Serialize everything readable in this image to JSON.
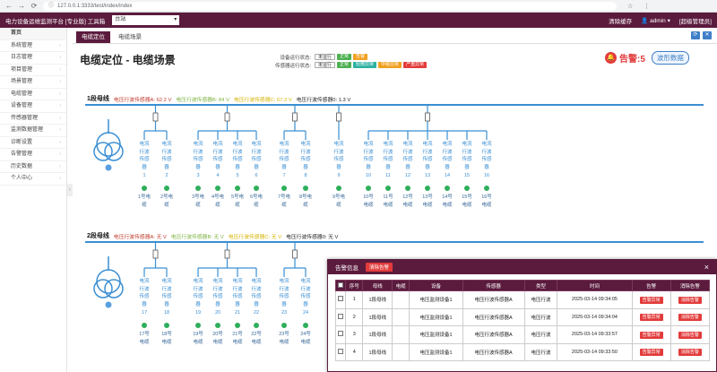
{
  "browser": {
    "url": "127.0.0.1:3333/test/index/index",
    "back": "←",
    "forward": "→",
    "reload": "⟳"
  },
  "topbar": {
    "app_title": "电力设备运维监测平台 [专业版] 工具箱",
    "station": "台站",
    "clear_cache": "清除缓存",
    "user": "admin",
    "super_admin": "[超级管理员]"
  },
  "sidebar": {
    "home": "首页",
    "items": [
      "系统管理",
      "日志管理",
      "项目管理",
      "场景管理",
      "电缆管理",
      "设备管理",
      "传感器管理",
      "监测数据管理",
      "诊断设置",
      "告警管理",
      "历史数据",
      "个人中心"
    ]
  },
  "tabs": [
    "电缆定位",
    "电缆场景"
  ],
  "page_title": "电缆定位 - 电缆场景",
  "legend": {
    "device_label": "设备运行状态:",
    "device_states": [
      {
        "label": "未运行",
        "color": "#ffffff"
      },
      {
        "label": "正常",
        "color": "#4caf50"
      },
      {
        "label": "告警",
        "color": "#f0a020"
      }
    ],
    "sensor_label": "传感器运行状态:",
    "sensor_states": [
      {
        "label": "未运行",
        "color": "#ffffff"
      },
      {
        "label": "正常",
        "color": "#4caf50"
      },
      {
        "label": "轻微异常",
        "color": "#2ab0a0"
      },
      {
        "label": "中级异常",
        "color": "#f0a020"
      },
      {
        "label": "严重异常",
        "color": "#e23b3b"
      }
    ]
  },
  "alarm": {
    "label": "告警:5",
    "wave_button": "波形数据"
  },
  "bus1": {
    "name": "1段母线",
    "sensors": [
      {
        "text": "电压行波传感器A: 62.2 V",
        "color": "#c0392b"
      },
      {
        "text": "电压行波传感器B: 84 V",
        "color": "#7cb342"
      },
      {
        "text": "电压行波传感器C: 67.2 V",
        "color": "#d4b400"
      },
      {
        "text": "电压行波传感器0: 1.3 V",
        "color": "#222222"
      }
    ],
    "feeders": [
      {
        "id": "1",
        "cable": "1号电缆"
      },
      {
        "id": "2",
        "cable": "2号电缆"
      },
      {
        "id": "3",
        "cable": "3号电缆"
      },
      {
        "id": "4",
        "cable": "4号电缆"
      },
      {
        "id": "5",
        "cable": "5号电缆"
      },
      {
        "id": "6",
        "cable": "6号电缆"
      },
      {
        "id": "7",
        "cable": "7号电缆"
      },
      {
        "id": "8",
        "cable": "8号电缆"
      },
      {
        "id": "9",
        "cable": "9号电缆"
      },
      {
        "id": "10",
        "cable": "10号电缆"
      },
      {
        "id": "11",
        "cable": "11号电缆"
      },
      {
        "id": "12",
        "cable": "12号电缆"
      },
      {
        "id": "13",
        "cable": "13号电缆"
      },
      {
        "id": "14",
        "cable": "14号电缆"
      },
      {
        "id": "15",
        "cable": "15号电缆"
      },
      {
        "id": "16",
        "cable": "16号电缆"
      }
    ]
  },
  "bus2": {
    "name": "2段母线",
    "sensors": [
      {
        "text": "电压行波传感器A: 无 V",
        "color": "#c0392b"
      },
      {
        "text": "电压行波传感器B: 无 V",
        "color": "#7cb342"
      },
      {
        "text": "电压行波传感器C: 无 V",
        "color": "#d4b400"
      },
      {
        "text": "电压行波传感器0: 无 V",
        "color": "#222222"
      }
    ],
    "feeders": [
      {
        "id": "17",
        "cable": "17号电缆"
      },
      {
        "id": "18",
        "cable": "18号电缆"
      },
      {
        "id": "19",
        "cable": "19号电缆"
      },
      {
        "id": "20",
        "cable": "20号电缆"
      },
      {
        "id": "21",
        "cable": "21号电缆"
      },
      {
        "id": "22",
        "cable": "22号电缆"
      },
      {
        "id": "23",
        "cable": "23号电缆"
      },
      {
        "id": "24",
        "cable": "24号电缆"
      }
    ]
  },
  "feeder_label_lines": [
    "电流",
    "行波",
    "传感",
    "器"
  ],
  "popup": {
    "title": "告警信息",
    "clear_button": "清除告警",
    "close": "×",
    "columns": [
      "序号",
      "母线",
      "电缆",
      "设备",
      "传感器",
      "类型",
      "时间",
      "告警",
      "消除告警"
    ],
    "rows": [
      {
        "no": "1",
        "bus": "1段母线",
        "cable": "",
        "device": "电压监测设备1",
        "sensor": "电压行波传感器A",
        "type": "电压行波",
        "time": "2025-03-14 09:34:05",
        "alarm": "告警异常",
        "action": "消除告警"
      },
      {
        "no": "2",
        "bus": "1段母线",
        "cable": "",
        "device": "电压监测设备1",
        "sensor": "电压行波传感器A",
        "type": "电压行波",
        "time": "2025-03-14 09:34:04",
        "alarm": "告警异常",
        "action": "消除告警"
      },
      {
        "no": "3",
        "bus": "1段母线",
        "cable": "",
        "device": "电压监测设备1",
        "sensor": "电压行波传感器A",
        "type": "电压行波",
        "time": "2025-03-14 09:33:57",
        "alarm": "告警异常",
        "action": "消除告警"
      },
      {
        "no": "4",
        "bus": "1段母线",
        "cable": "",
        "device": "电压监测设备1",
        "sensor": "电压行波传感器A",
        "type": "电压行波",
        "time": "2025-03-14 09:33:50",
        "alarm": "告警异常",
        "action": "消除告警"
      }
    ]
  }
}
